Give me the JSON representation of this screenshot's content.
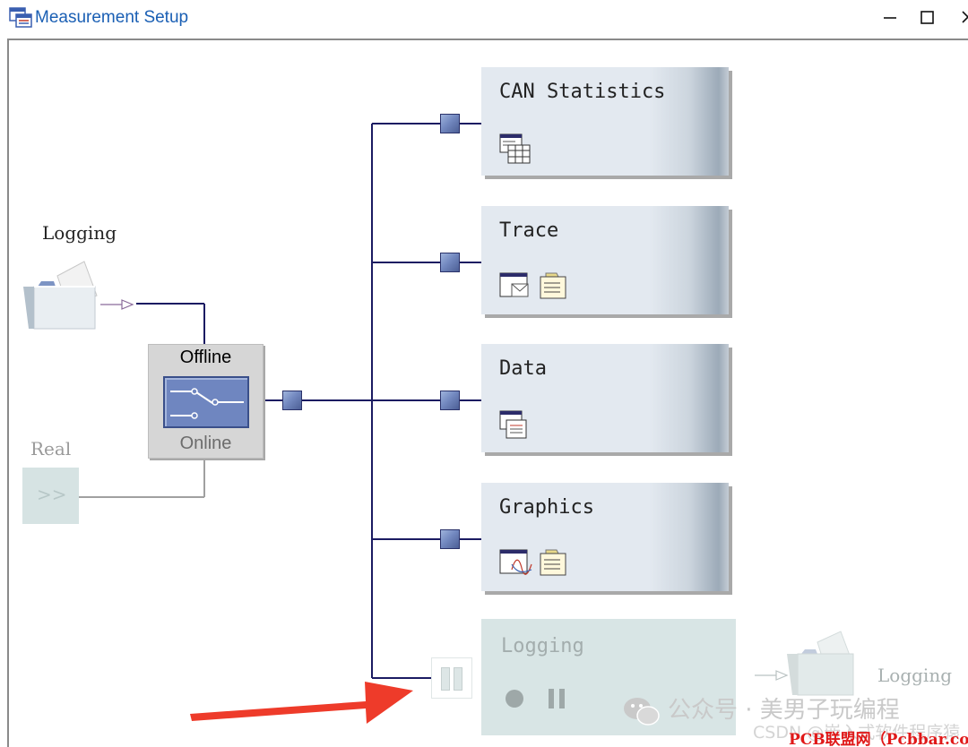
{
  "window": {
    "title": "Measurement Setup",
    "icons": [
      "app-icon",
      "minimize-icon",
      "maximize-icon",
      "close-icon"
    ]
  },
  "sources": {
    "logging_label": "Logging",
    "real_label": "Real",
    "real_symbol": ">>"
  },
  "switch": {
    "offline_label": "Offline",
    "online_label": "Online",
    "mode": "Offline"
  },
  "analysis_blocks": [
    {
      "title": "CAN Statistics",
      "icons": [
        "statistics-table-icon"
      ]
    },
    {
      "title": "Trace",
      "icons": [
        "trace-window-icon",
        "configuration-notes-icon"
      ]
    },
    {
      "title": "Data",
      "icons": [
        "data-window-icon"
      ]
    },
    {
      "title": "Graphics",
      "icons": [
        "graphics-window-icon",
        "configuration-notes-icon"
      ]
    },
    {
      "title": "Logging",
      "icons": [
        "record-icon",
        "pause-icon"
      ],
      "disabled": true
    }
  ],
  "logging_output": {
    "label": "Logging"
  },
  "watermark": {
    "text": "公众号 · 美男子玩编程",
    "text2": "CSDN @嵌入式软件程序猿",
    "pcb_text": "PCB联盟网（Pcbbar.com）"
  },
  "colors": {
    "wire": "#1b1b62",
    "inactive_wire": "#a0a0a0",
    "annotation_arrow": "#ee3b2a",
    "title_text": "#1a5fb4"
  }
}
